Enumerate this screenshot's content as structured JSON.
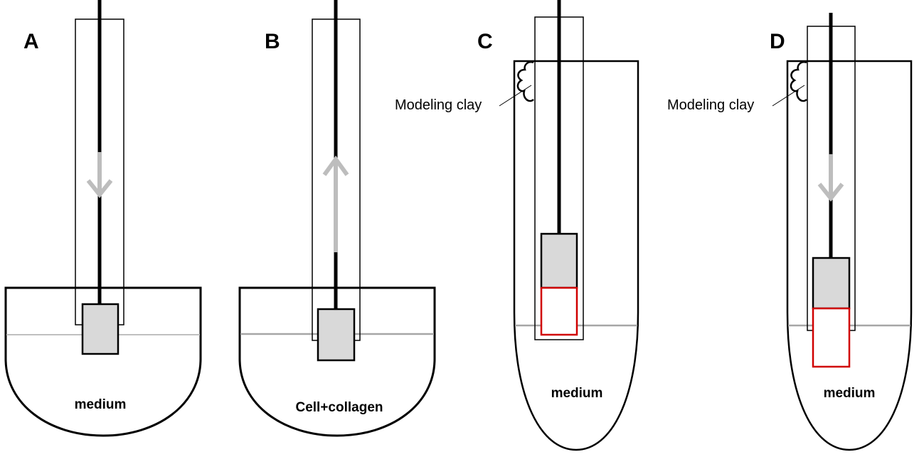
{
  "panels": [
    {
      "letter": "A",
      "vessel_label": "medium"
    },
    {
      "letter": "B",
      "vessel_label": "Cell+collagen"
    },
    {
      "letter": "C",
      "vessel_label": "medium",
      "callout": "Modeling clay"
    },
    {
      "letter": "D",
      "vessel_label": "medium",
      "callout": "Modeling clay"
    }
  ],
  "colors": {
    "outline": "#000000",
    "arrow": "#bdbdbd",
    "fill_gray": "#d9d9d9",
    "gel_outline": "#d00000",
    "liquid_line": "#a6a6a6"
  }
}
